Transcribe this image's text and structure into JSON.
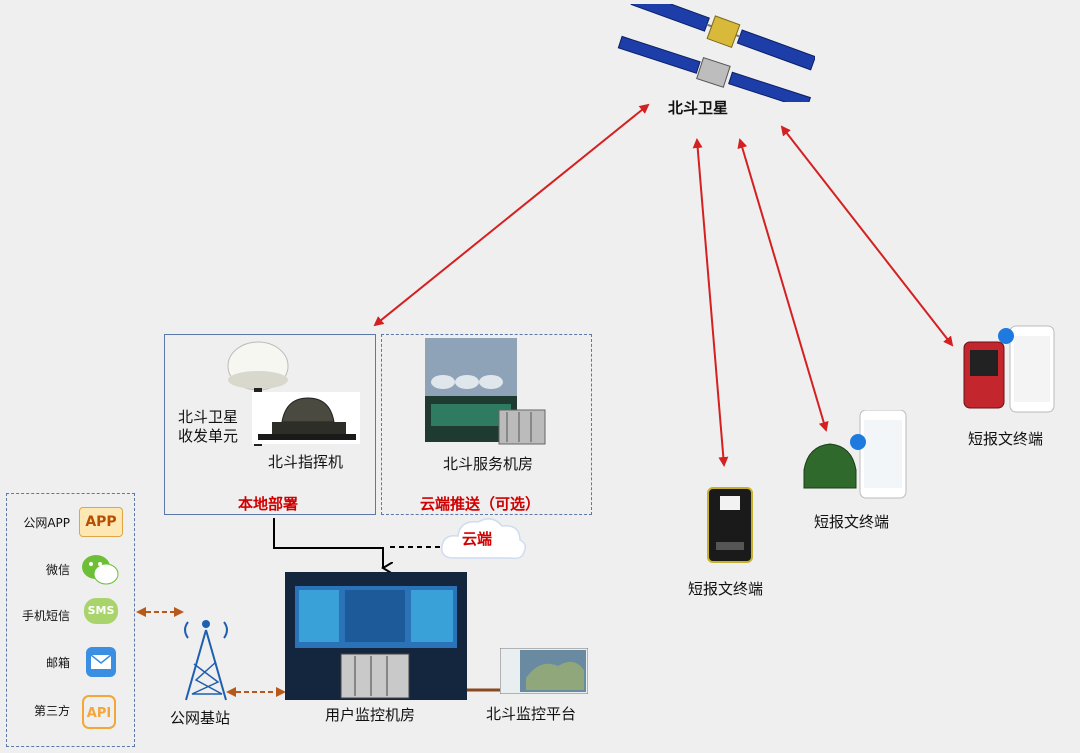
{
  "satellite": {
    "label": "北斗卫星"
  },
  "local": {
    "section_label": "本地部署",
    "transceiver_label_1": "北斗卫星",
    "transceiver_label_2": "收发单元",
    "commander_label": "北斗指挥机"
  },
  "cloud": {
    "section_label": "云端推送（可选）",
    "server_room_label": "北斗服务机房",
    "bubble_label": "云端"
  },
  "terminals": [
    {
      "label": "短报文终端"
    },
    {
      "label": "短报文终端"
    },
    {
      "label": "短报文终端"
    }
  ],
  "channels": [
    {
      "label": "公网APP",
      "badge": "APP"
    },
    {
      "label": "微信"
    },
    {
      "label": "手机短信",
      "badge": "SMS"
    },
    {
      "label": "邮箱"
    },
    {
      "label": "第三方",
      "badge": "API"
    }
  ],
  "base_station": {
    "label": "公网基站"
  },
  "user_room": {
    "label": "用户监控机房"
  },
  "platform": {
    "label": "北斗监控平台"
  },
  "colors": {
    "arrow_red": "#d42020",
    "box_blue": "#5b78a8",
    "dashed_brown": "#b8581a"
  }
}
